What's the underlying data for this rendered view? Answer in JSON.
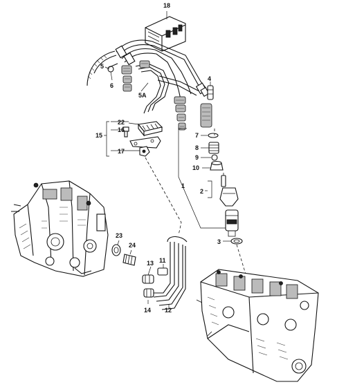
{
  "callouts": {
    "c1": "1",
    "c2": "2",
    "c3": "3",
    "c4": "4",
    "c5": "5",
    "c5a": "5A",
    "c6": "6",
    "c7": "7",
    "c8": "8",
    "c9": "9",
    "c10": "10",
    "c11": "11",
    "c12": "12",
    "c13": "13",
    "c14": "14",
    "c15": "15",
    "c16": "16",
    "c17": "17",
    "c18": "18",
    "c22": "22",
    "c23": "23",
    "c24": "24"
  }
}
